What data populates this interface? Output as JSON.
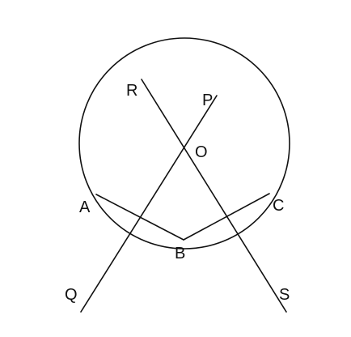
{
  "diagram": {
    "labels": {
      "R": "R",
      "P": "P",
      "O": "O",
      "A": "A",
      "C": "C",
      "B": "B",
      "Q": "Q",
      "S": "S"
    },
    "colors": {
      "ink": "#111111",
      "background": "#ffffff"
    }
  }
}
